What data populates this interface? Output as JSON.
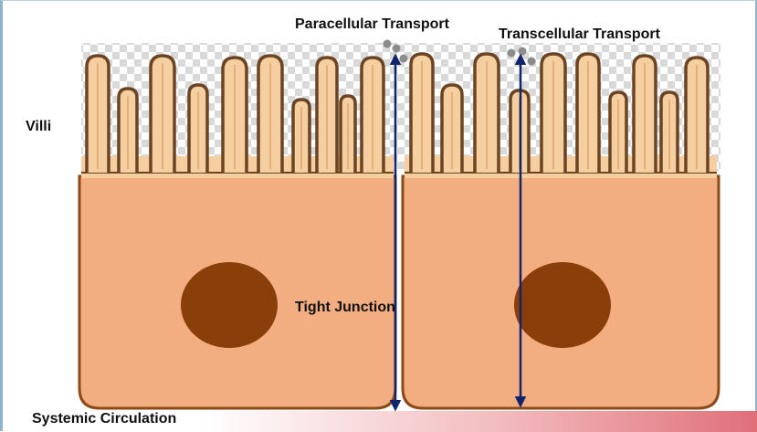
{
  "labels": {
    "paracellular": "Paracellular Transport",
    "transcellular": "Transcellular Transport",
    "villi": "Villi",
    "tight_junction": "Tight Junction",
    "systemic": "Systemic Circulation"
  },
  "colors": {
    "cell_fill": "#f2ad80",
    "cell_border": "#8b4a16",
    "villi_fill": "#f6cfa0",
    "villi_outline": "#6b4423",
    "nucleus": "#8a3f0a",
    "arrow": "#10246e",
    "particles": "#8c8c8c",
    "circulation_gradient_end": "#e06f78"
  }
}
